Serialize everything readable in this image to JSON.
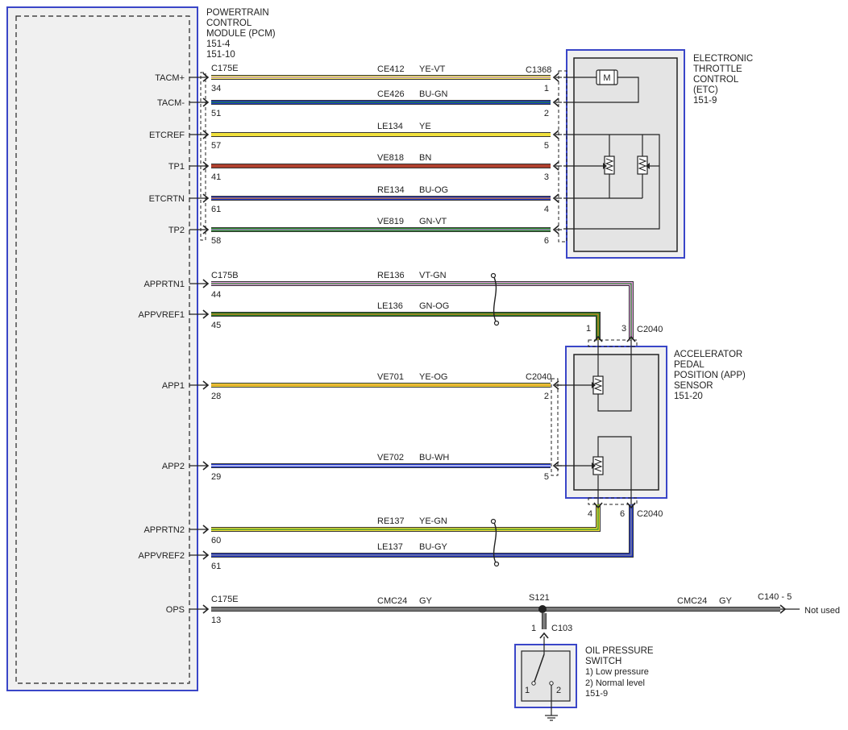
{
  "pcm": {
    "title_lines": [
      "POWERTRAIN",
      "CONTROL",
      "MODULE (PCM)",
      "151-4",
      "151-10"
    ]
  },
  "connectors": {
    "c175e_top": "C175E",
    "c175b": "C175B",
    "c175e_bottom": "C175E",
    "c1368": "C1368",
    "c2040_top": "C2040",
    "c2040_mid": "C2040",
    "c2040_bottom": "C2040",
    "c103": "C103",
    "c140": "C140 - 5"
  },
  "circuits": [
    {
      "pin_label": "TACM+",
      "pin": "34",
      "code": "CE412",
      "wire_color": "YE-VT",
      "far_pin": "1",
      "colors": [
        "#f2e55a",
        "#b48ad8"
      ]
    },
    {
      "pin_label": "TACM-",
      "pin": "51",
      "code": "CE426",
      "wire_color": "BU-GN",
      "far_pin": "2",
      "colors": [
        "#1f35c9",
        "#1e8a2a"
      ]
    },
    {
      "pin_label": "ETCREF",
      "pin": "57",
      "code": "LE134",
      "wire_color": "YE",
      "far_pin": "5",
      "colors": [
        "#f0e03c"
      ]
    },
    {
      "pin_label": "TP1",
      "pin": "41",
      "code": "VE818",
      "wire_color": "BN",
      "far_pin": "3",
      "colors": [
        "#b0402e"
      ]
    },
    {
      "pin_label": "ETCRTN",
      "pin": "61",
      "code": "RE134",
      "wire_color": "BU-OG",
      "far_pin": "4",
      "colors": [
        "#1f35c9",
        "#e08a2a"
      ]
    },
    {
      "pin_label": "TP2",
      "pin": "58",
      "code": "VE819",
      "wire_color": "GN-VT",
      "far_pin": "6",
      "colors": [
        "#2a8a2a",
        "#b48ad8"
      ]
    },
    {
      "pin_label": "APPRTN1",
      "pin": "44",
      "code": "RE136",
      "wire_color": "VT-GN",
      "far_pin": "3",
      "colors": [
        "#e39ce0",
        "#2a8a2a"
      ]
    },
    {
      "pin_label": "APPVREF1",
      "pin": "45",
      "code": "LE136",
      "wire_color": "GN-OG",
      "far_pin": "1",
      "colors": [
        "#217a21",
        "#e08a2a"
      ]
    },
    {
      "pin_label": "APP1",
      "pin": "28",
      "code": "VE701",
      "wire_color": "YE-OG",
      "far_pin": "2",
      "colors": [
        "#f0e03c",
        "#e08a2a"
      ]
    },
    {
      "pin_label": "APP2",
      "pin": "29",
      "code": "VE702",
      "wire_color": "BU-WH",
      "far_pin": "5",
      "colors": [
        "#1f35c9",
        "#ffffff"
      ]
    },
    {
      "pin_label": "APPRTN2",
      "pin": "60",
      "code": "RE137",
      "wire_color": "YE-GN",
      "far_pin": "4",
      "colors": [
        "#f0e03c",
        "#2a8a2a"
      ]
    },
    {
      "pin_label": "APPVREF2",
      "pin": "61",
      "code": "LE137",
      "wire_color": "BU-GY",
      "far_pin": "6",
      "colors": [
        "#1f35c9",
        "#8a8a8a"
      ]
    },
    {
      "pin_label": "OPS",
      "pin": "13",
      "code": "CMC24",
      "wire_color": "GY",
      "far_pin": "",
      "colors": [
        "#7a7a7a"
      ]
    }
  ],
  "ops_tail": {
    "code": "CMC24",
    "wire_color": "GY",
    "not_used": "Not used"
  },
  "splice": {
    "name": "S121",
    "pin": "1"
  },
  "etc": {
    "title_lines": [
      "ELECTRONIC",
      "THROTTLE",
      "CONTROL",
      "(ETC)",
      "151-9"
    ],
    "motor_symbol": "M"
  },
  "app_sensor": {
    "title_lines": [
      "ACCELERATOR",
      "PEDAL",
      "POSITION (APP)",
      "SENSOR",
      "151-20"
    ]
  },
  "oil_switch": {
    "title_lines": [
      "OIL PRESSURE",
      "SWITCH",
      "1) Low pressure",
      "2) Normal level",
      "151-9"
    ],
    "pin1": "1",
    "pin2": "2"
  },
  "colors": {
    "module_outline": "#3a46c8",
    "module_fill": "#f0f0f0",
    "inner_fill": "#e4e4e4",
    "line": "#222222"
  }
}
